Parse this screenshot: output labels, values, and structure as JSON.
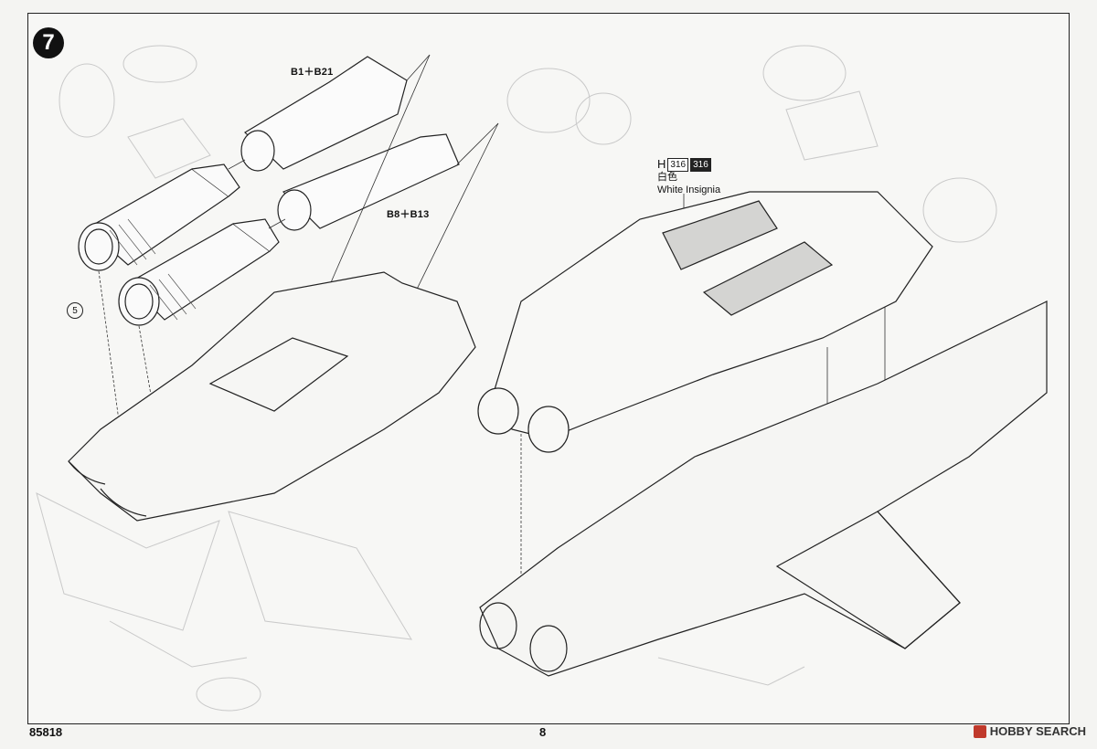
{
  "step": {
    "number": "7"
  },
  "callouts": {
    "upper_exhaust": "B1＋B21",
    "lower_exhaust": "B8＋B13",
    "part_number": "5"
  },
  "paint": {
    "letter": "H",
    "codes": [
      "316",
      "316"
    ],
    "label_cn": "白色",
    "label_en": "White Insignia"
  },
  "footer": {
    "kit_number": "85818",
    "page_number": "8"
  },
  "watermark": {
    "text": "HOBBY SEARCH"
  }
}
